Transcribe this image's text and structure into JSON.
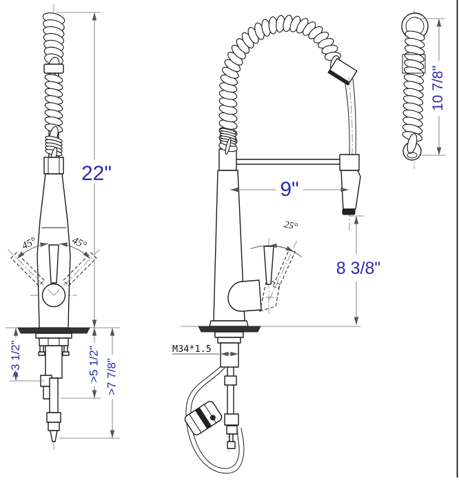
{
  "colors": {
    "dimension_text": "#2a2ab0",
    "outline": "#1a1a1a",
    "dim_line": "#8c8c8c",
    "deck_fill": "#333333"
  },
  "diagram": {
    "front_view": {
      "overall_height": "22\"",
      "handle_swing_left": "45°",
      "handle_swing_right": "45°",
      "clearance_to_shank_end": ">3 1/2\"",
      "clearance_to_outlet": ">5 1/2\"",
      "clearance_to_hose_end": ">7 7/8\""
    },
    "side_view": {
      "spout_reach": "9\"",
      "handle_tilt": "25°",
      "spout_to_deck_height": "8 3/8\"",
      "mounting_thread": "M34*1.5"
    },
    "hose_detail": {
      "spring_hose_length": "10 7/8\""
    }
  }
}
